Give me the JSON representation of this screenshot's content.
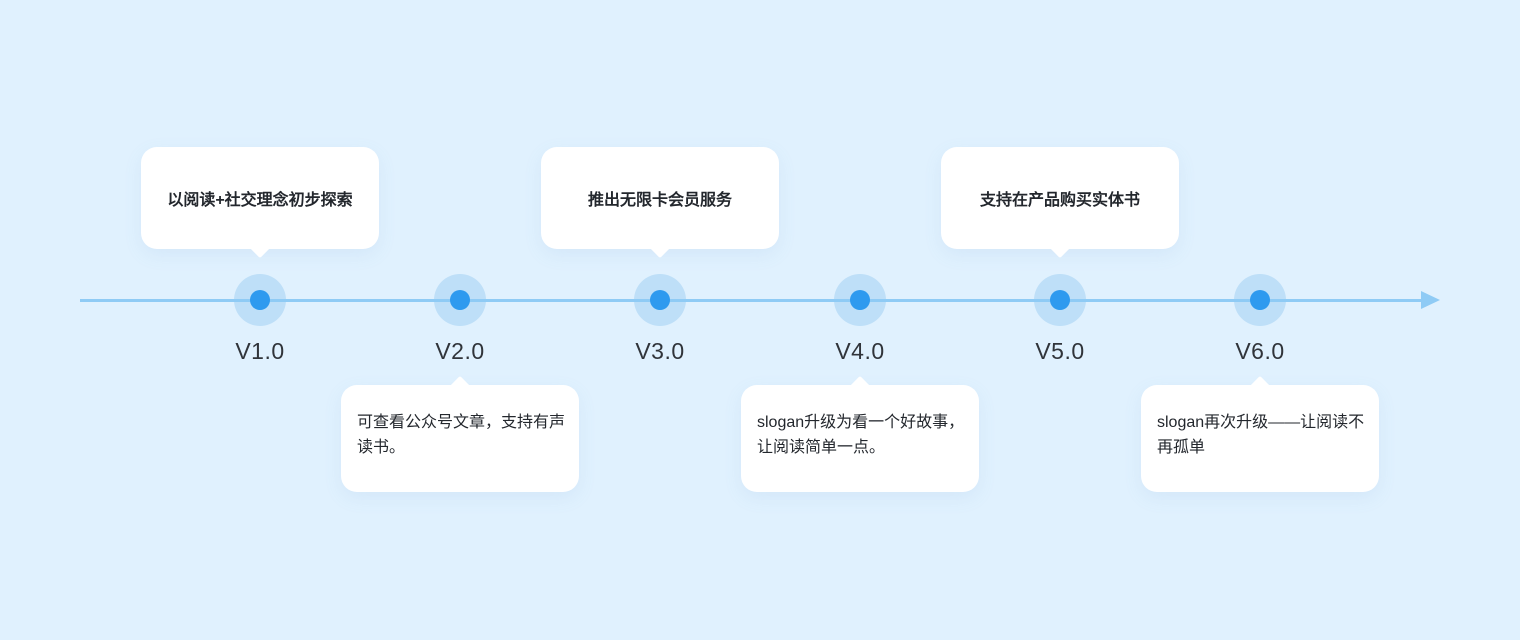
{
  "timeline": {
    "milestones": [
      {
        "version": "V1.0",
        "note": "以阅读+社交理念初步探索",
        "note_position": "top"
      },
      {
        "version": "V2.0",
        "note": "可查看公众号文章，支持有声读书。",
        "note_position": "bottom"
      },
      {
        "version": "V3.0",
        "note": "推出无限卡会员服务",
        "note_position": "top"
      },
      {
        "version": "V4.0",
        "note": "slogan升级为看一个好故事，让阅读简单一点。",
        "note_position": "bottom"
      },
      {
        "version": "V5.0",
        "note": "支持在产品购买实体书",
        "note_position": "top"
      },
      {
        "version": "V6.0",
        "note": "slogan再次升级——让阅读不再孤单",
        "note_position": "bottom"
      }
    ],
    "colors": {
      "background": "#E0F1FE",
      "axis_line": "#8FCBF5",
      "dot": "#2E9AEF",
      "dot_halo": "#BEDFF8",
      "bubble_background": "#FFFFFF",
      "version_label": "#30343A",
      "note_text": "#23272D"
    }
  }
}
